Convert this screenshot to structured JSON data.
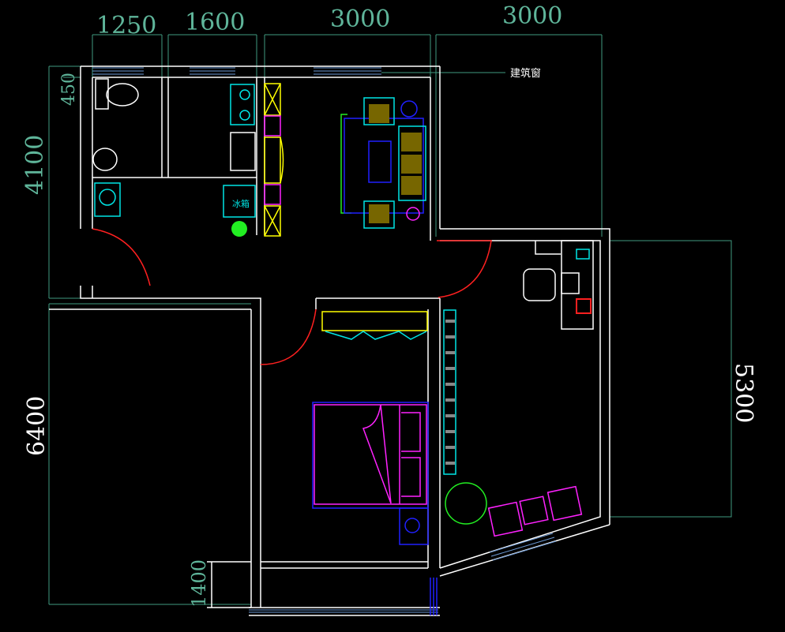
{
  "dimensions": {
    "top": [
      "1250",
      "1600",
      "3000",
      "3000"
    ],
    "left_upper": "4100",
    "left_small": "450",
    "left_lower": "6400",
    "left_bottom": "1400",
    "right": "5300"
  },
  "labels": {
    "window": "建筑窗",
    "fridge": "冰箱"
  },
  "colors": {
    "background": "#000000",
    "wall": "#ffffff",
    "dimension": "#3f9a80",
    "door": "#ff2020",
    "furniture_cyan": "#00e5e5",
    "furniture_magenta": "#ff22ff"
  }
}
